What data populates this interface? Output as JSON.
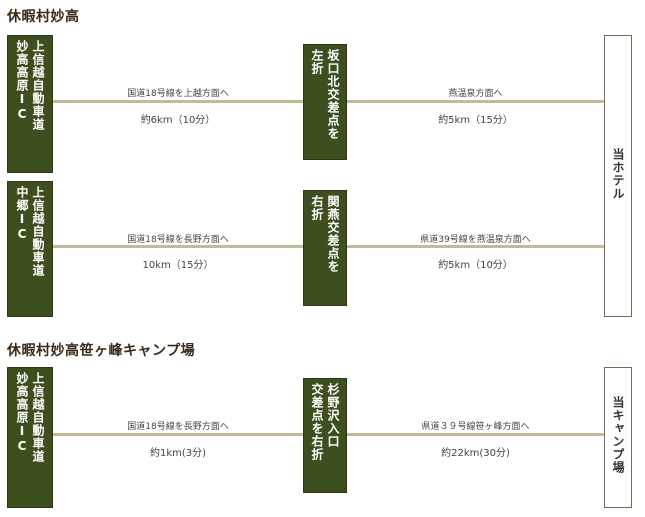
{
  "sections": [
    {
      "title": "休暇村妙高",
      "rows": [
        {
          "start": [
            "上信越自動車道",
            "妙高高原IC"
          ],
          "seg1_route": "国道18号線を上越方面へ",
          "seg1_dist": "約6km（10分）",
          "mid": [
            "坂口北交差点を",
            "左折"
          ],
          "seg2_route": "燕温泉方面へ",
          "seg2_dist": "約5km（15分）"
        },
        {
          "start": [
            "上信越自動車道",
            "中郷IC"
          ],
          "seg1_route": "国道18号線を長野方面へ",
          "seg1_dist": "10km（15分）",
          "mid": [
            "関燕交差点を",
            "右折"
          ],
          "seg2_route": "県道39号線を燕温泉方面へ",
          "seg2_dist": "約5km（10分）"
        }
      ],
      "destination": "当ホテル"
    },
    {
      "title": "休暇村妙高笹ヶ峰キャンプ場",
      "rows": [
        {
          "start": [
            "上信越自動車道",
            "妙高高原IC"
          ],
          "seg1_route": "国道18号線を長野方面へ",
          "seg1_dist": "約1km(3分)",
          "mid": [
            "杉野沢入口",
            "交差点を右折"
          ],
          "seg2_route": "県道３９号線笹ヶ峰方面へ",
          "seg2_dist": "約22km(30分)"
        }
      ],
      "destination": "当キャンプ場"
    }
  ]
}
